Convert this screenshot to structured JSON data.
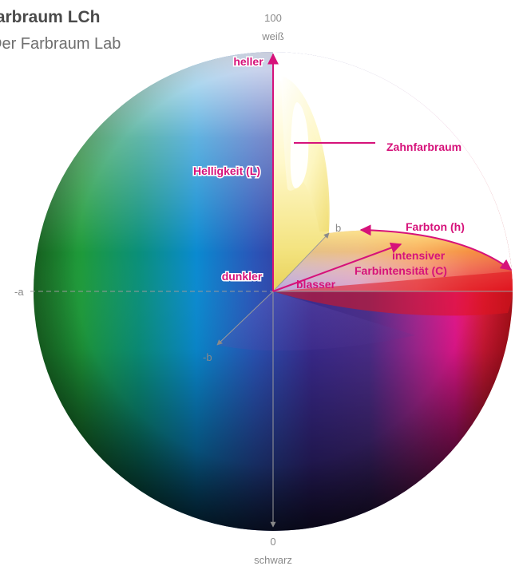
{
  "title": "Farbraum LCh",
  "subtitle": "Der Farbraum Lab",
  "axis": {
    "top_value": "100",
    "top_name": "weiß",
    "bottom_value": "0",
    "bottom_name": "schwarz",
    "neg_a": "-a",
    "pos_b": "b",
    "neg_b": "-b"
  },
  "labels": {
    "heller": "heller",
    "dunkler": "dunkler",
    "helligkeit": "Helligkeit (L)",
    "zahnfarbraum": "Zahnfarbraum",
    "farbton": "Farbton (h)",
    "intensiver": "intensiver",
    "farbintensitaet": "Farbintensität (C)",
    "blasser": "blasser"
  },
  "colors": {
    "annotation": "#d6127a",
    "axis_gray": "#8a8a8a"
  }
}
